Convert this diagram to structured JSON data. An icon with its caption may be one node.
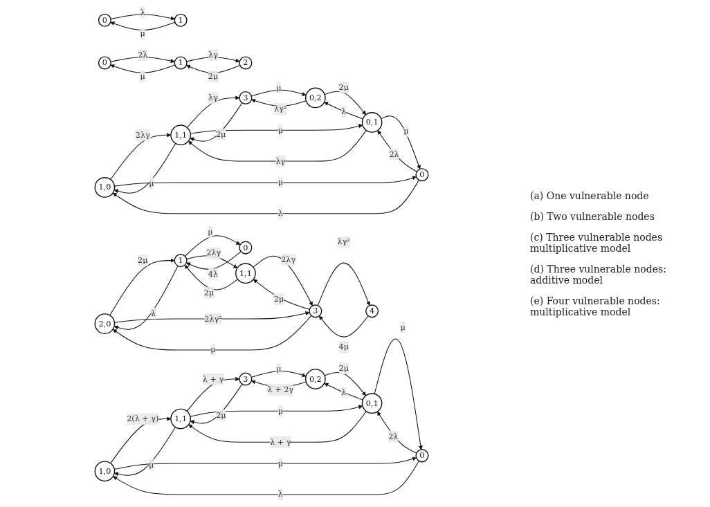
{
  "diagram": {
    "nodes": [
      {
        "text": [
          "0"
        ]
      },
      {
        "text": [
          "1"
        ]
      },
      {
        "text": [
          "0"
        ]
      },
      {
        "text": [
          "1"
        ]
      },
      {
        "text": [
          "2"
        ]
      },
      {
        "text": [
          "1,0"
        ]
      },
      {
        "text": [
          "1,1"
        ]
      },
      {
        "text": [
          "0"
        ]
      },
      {
        "text": [
          "3"
        ]
      },
      {
        "text": [
          "0,1"
        ]
      },
      {
        "text": [
          "0,2"
        ]
      },
      {
        "text": [
          "1,0"
        ]
      },
      {
        "text": [
          "1,1"
        ]
      },
      {
        "text": [
          "0"
        ]
      },
      {
        "text": [
          "3"
        ]
      },
      {
        "text": [
          "0,1"
        ]
      },
      {
        "text": [
          "0,2"
        ]
      },
      {
        "text": [
          "2,0"
        ]
      },
      {
        "text": [
          "0"
        ]
      },
      {
        "text": [
          "1"
        ]
      },
      {
        "text": [
          "3"
        ]
      },
      {
        "text": [
          "4"
        ]
      },
      {
        "text": [
          "1,1"
        ]
      }
    ],
    "edges": [
      {
        "from": 1,
        "to": 0,
        "arrow": "to",
        "label": "μ"
      },
      {
        "from": 0,
        "to": 1,
        "arrow": "to",
        "label": "λ"
      },
      {
        "from": 3,
        "to": 2,
        "arrow": "to",
        "label": "μ"
      },
      {
        "from": 2,
        "to": 3,
        "arrow": "to",
        "label": "2λ"
      },
      {
        "from": 4,
        "to": 3,
        "arrow": "to",
        "label": "2μ"
      },
      {
        "from": 3,
        "to": 4,
        "arrow": "to",
        "label": "λγ"
      },
      {
        "from": 6,
        "to": 5,
        "arrow": "to",
        "label": "μ"
      },
      {
        "from": 5,
        "to": 6,
        "arrow": "to",
        "label": "2λγ"
      },
      {
        "from": 5,
        "to": 7,
        "arrow": "to",
        "label": "μ"
      },
      {
        "from": 7,
        "to": 5,
        "arrow": "to",
        "label": "λ"
      },
      {
        "from": 8,
        "to": 6,
        "arrow": "to",
        "label": "2μ"
      },
      {
        "from": 6,
        "to": 8,
        "arrow": "to",
        "label": "λγ"
      },
      {
        "from": 9,
        "to": 7,
        "arrow": "to",
        "label": "μ"
      },
      {
        "from": 7,
        "to": 9,
        "arrow": "to",
        "label": "2λ"
      },
      {
        "from": 6,
        "to": 9,
        "arrow": "to",
        "label": "μ"
      },
      {
        "from": 9,
        "to": 6,
        "arrow": "to",
        "label": "λγ"
      },
      {
        "from": 10,
        "to": 9,
        "arrow": "to",
        "label": "2μ"
      },
      {
        "from": 9,
        "to": 10,
        "arrow": "to",
        "label": "λ"
      },
      {
        "from": 8,
        "to": 10,
        "arrow": "to",
        "label": "μ"
      },
      {
        "from": 10,
        "to": 8,
        "arrow": "to",
        "label": "λγ²"
      },
      {
        "from": 12,
        "to": 11,
        "arrow": "to",
        "label": "μ"
      },
      {
        "from": 11,
        "to": 12,
        "arrow": "to",
        "label": "2(λ + γ)"
      },
      {
        "from": 11,
        "to": 13,
        "arrow": "to",
        "label": "μ"
      },
      {
        "from": 13,
        "to": 11,
        "arrow": "to",
        "label": "λ"
      },
      {
        "from": 14,
        "to": 12,
        "arrow": "to",
        "label": "2μ"
      },
      {
        "from": 12,
        "to": 14,
        "arrow": "to",
        "label": "λ + γ"
      },
      {
        "from": 15,
        "to": 13,
        "arrow": "to",
        "label": "μ"
      },
      {
        "from": 13,
        "to": 15,
        "arrow": "to",
        "label": "2λ"
      },
      {
        "from": 12,
        "to": 15,
        "arrow": "to",
        "label": "μ"
      },
      {
        "from": 15,
        "to": 12,
        "arrow": "to",
        "label": "λ + γ"
      },
      {
        "from": 16,
        "to": 15,
        "arrow": "to",
        "label": "2μ"
      },
      {
        "from": 15,
        "to": 16,
        "arrow": "to",
        "label": "λ"
      },
      {
        "from": 14,
        "to": 16,
        "arrow": "to",
        "label": "μ"
      },
      {
        "from": 16,
        "to": 14,
        "arrow": "to",
        "label": "λ + 2γ"
      },
      {
        "from": 19,
        "to": 18,
        "arrow": "to",
        "label": "μ"
      },
      {
        "from": 18,
        "to": 19,
        "arrow": "to",
        "label": "4λ"
      },
      {
        "from": 17,
        "to": 19,
        "arrow": "to",
        "label": "2μ"
      },
      {
        "from": 19,
        "to": 17,
        "arrow": "to",
        "label": "λ"
      },
      {
        "from": 20,
        "to": 17,
        "arrow": "to",
        "label": "μ"
      },
      {
        "from": 17,
        "to": 20,
        "arrow": "to",
        "label": "2λγ²"
      },
      {
        "from": 21,
        "to": 20,
        "arrow": "to",
        "label": "4μ"
      },
      {
        "from": 20,
        "to": 21,
        "arrow": "to",
        "label": "λγ²"
      },
      {
        "from": 22,
        "to": 19,
        "arrow": "to",
        "label": "2μ"
      },
      {
        "from": 19,
        "to": 22,
        "arrow": "to",
        "label": "2λγ"
      },
      {
        "from": 20,
        "to": 22,
        "arrow": "to",
        "label": "2μ"
      },
      {
        "from": 22,
        "to": 20,
        "arrow": "to",
        "label": "2λγ"
      }
    ],
    "labels": [
      "(a) One vulnerable node",
      "(b) Two vulnerable nodes",
      "(c) Three vulnerable nodes multiplicative model",
      "(d) Three vulnerable nodes: additive model",
      "(e) Four vulnerable nodes: multiplicative model"
    ]
  }
}
